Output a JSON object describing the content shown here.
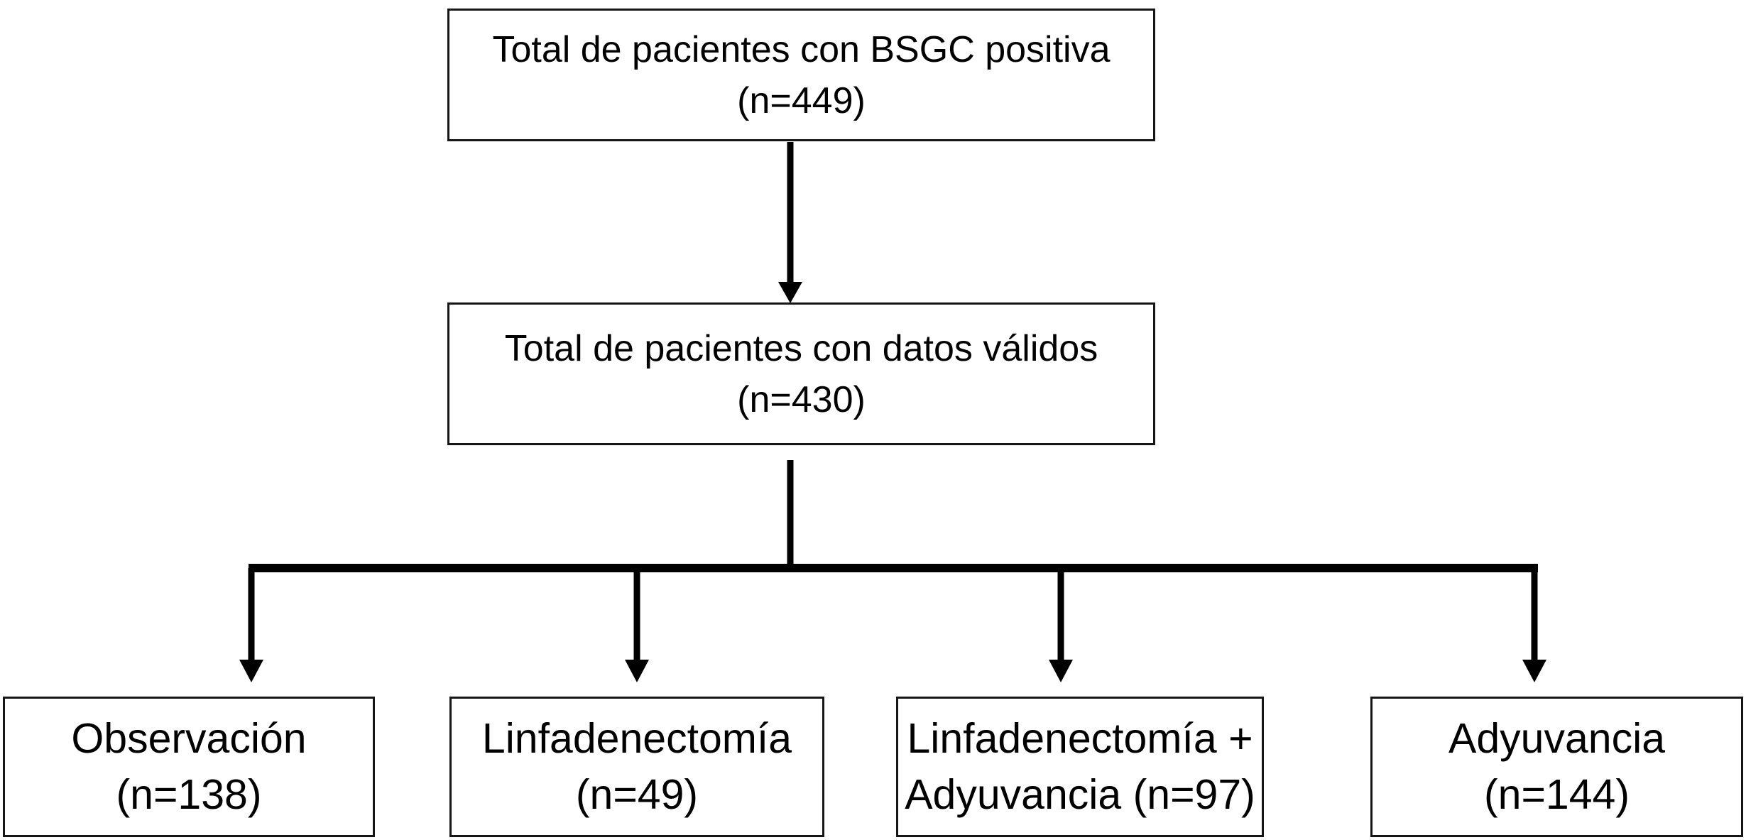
{
  "diagram": {
    "type": "flowchart",
    "colors": {
      "background": "#ffffff",
      "box_fill": "#ffffff",
      "box_border": "#161616",
      "line": "#000000",
      "text": "#000000"
    },
    "nodes": {
      "root": {
        "line1": "Total de pacientes con BSGC positiva",
        "line2": "(n=449)"
      },
      "valid": {
        "line1": "Total de pacientes con datos válidos",
        "line2": "(n=430)"
      },
      "observacion": {
        "line1": "Observación",
        "line2": "(n=138)"
      },
      "linfadenectomia": {
        "line1": "Linfadenectomía",
        "line2": "(n=49)"
      },
      "linf_ady": {
        "line1": "Linfadenectomía +",
        "line2": "Adyuvancia (n=97)"
      },
      "adyuvancia": {
        "line1": "Adyuvancia",
        "line2": "(n=144)"
      }
    }
  }
}
